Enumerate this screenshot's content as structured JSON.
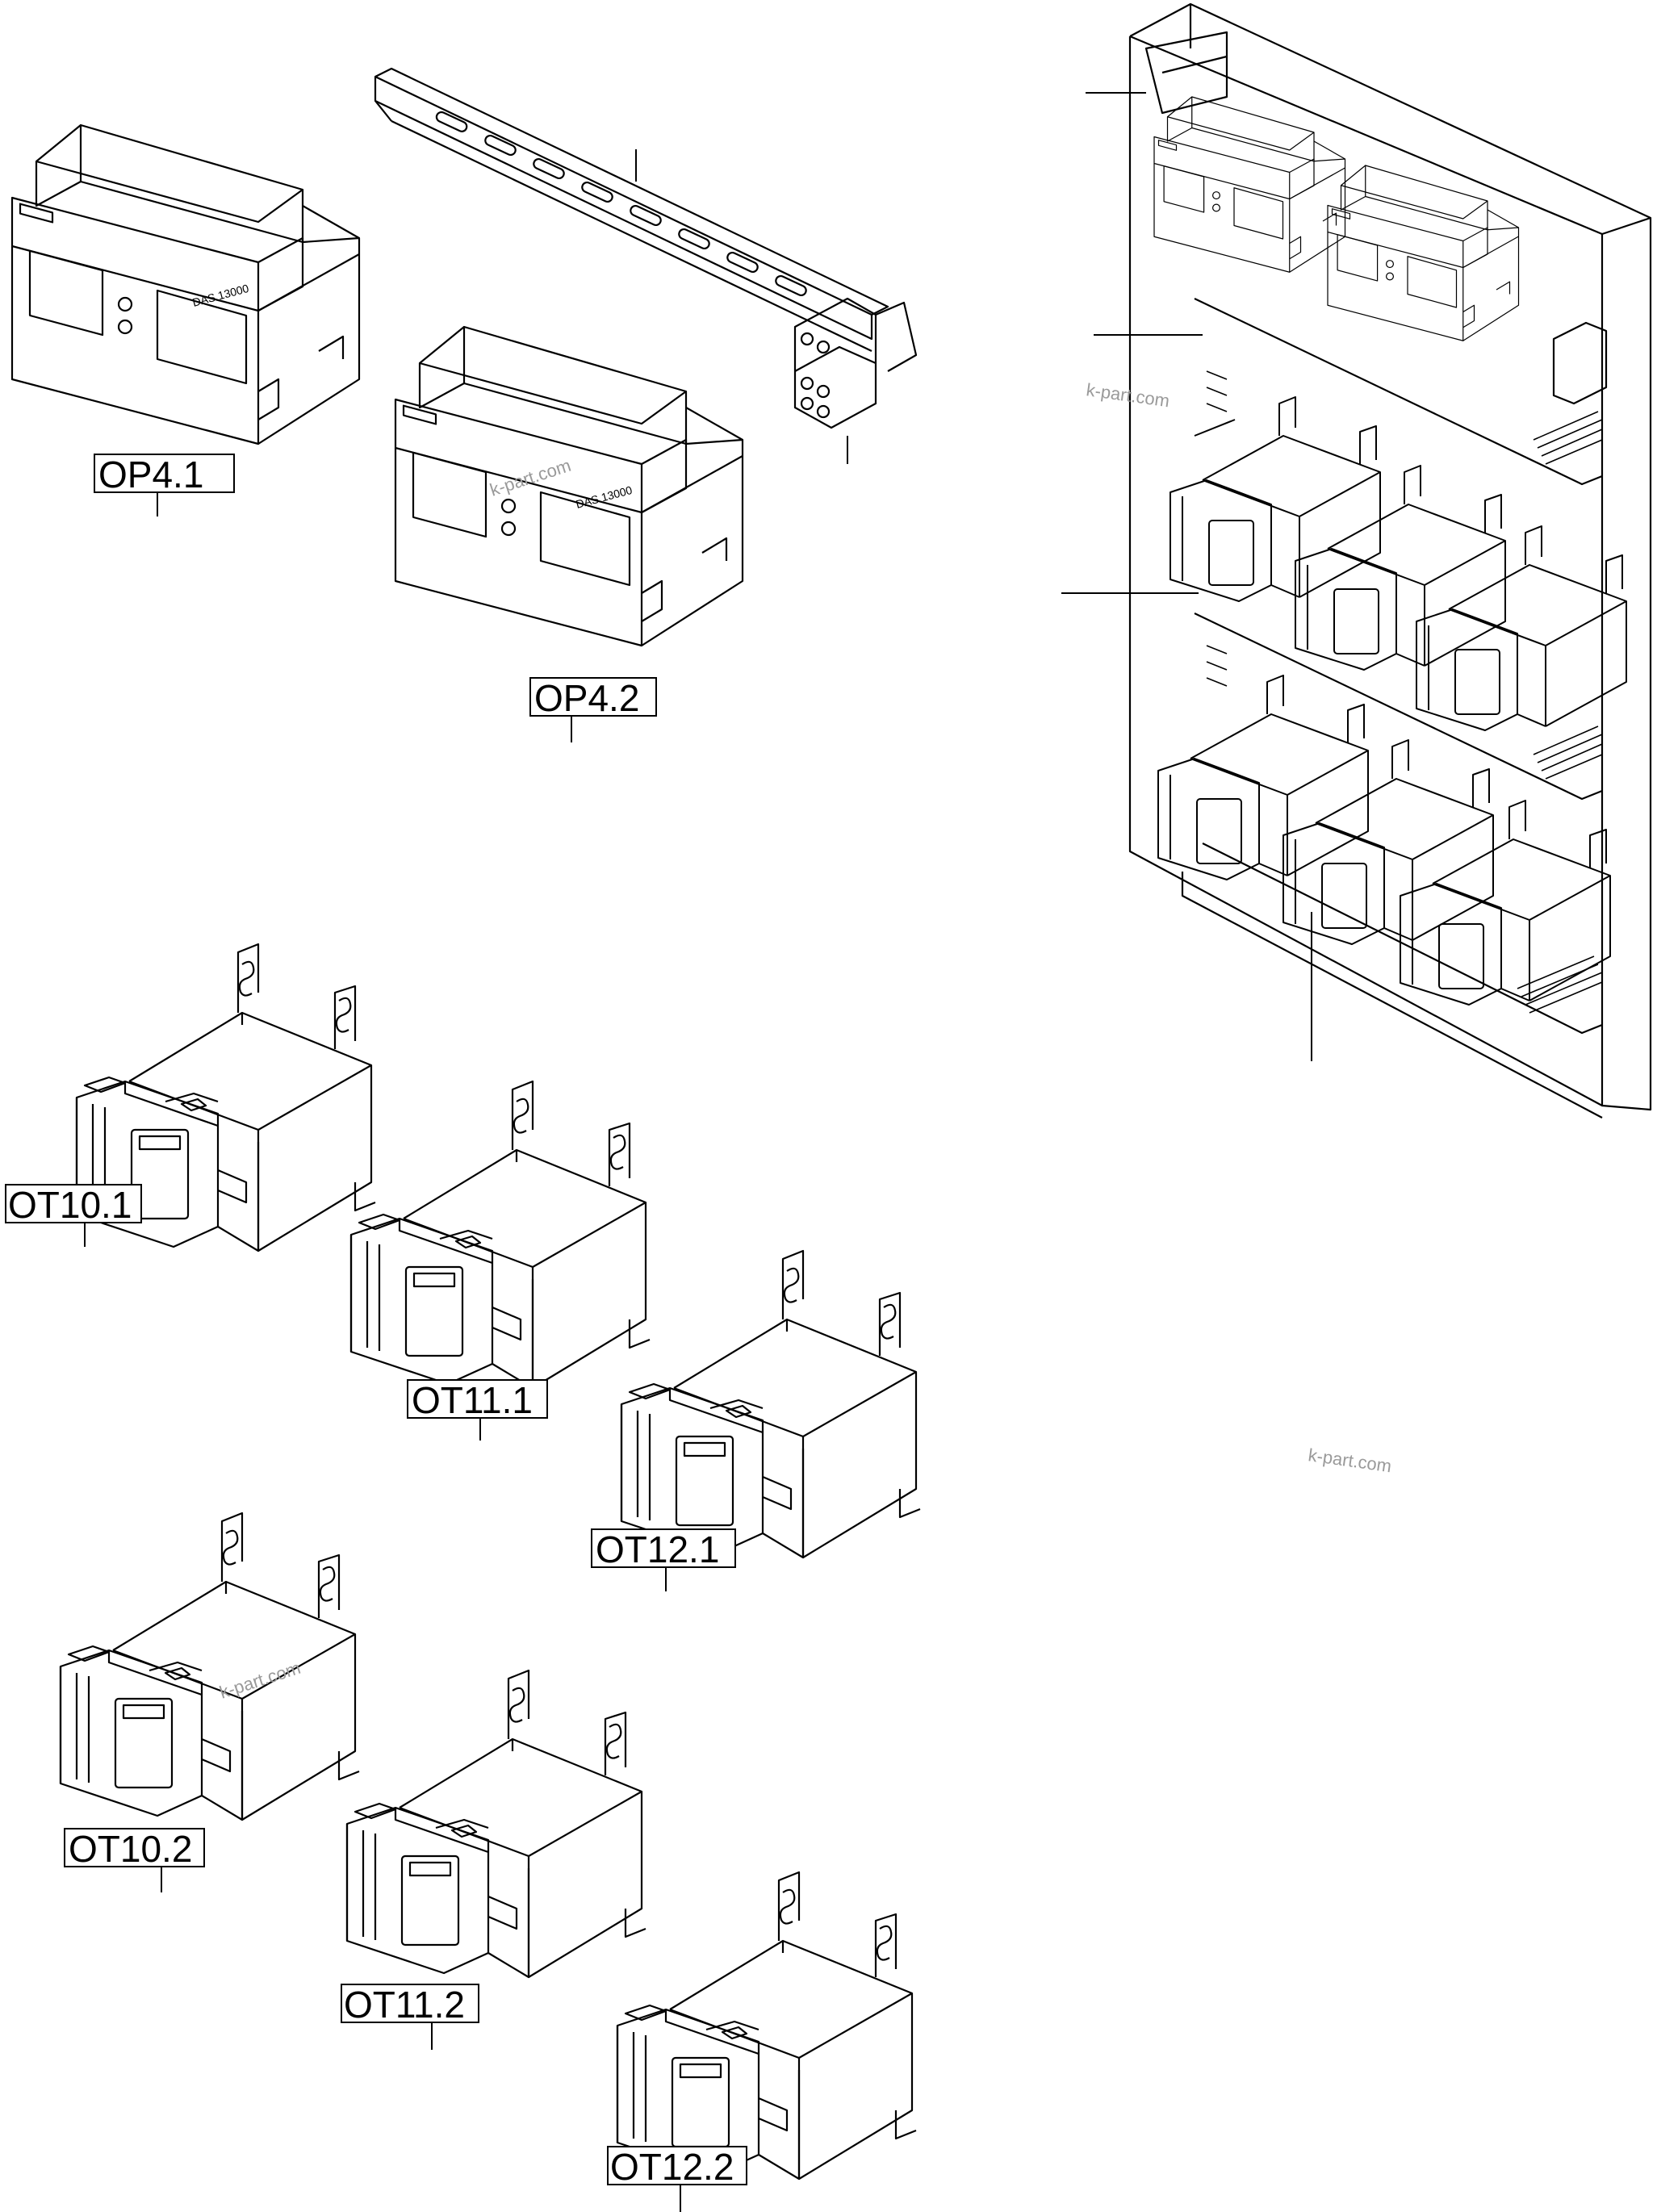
{
  "labels": {
    "op4_1": "OP4.1",
    "op4_2": "OP4.2",
    "ot10_1": "OT10.1",
    "ot11_1": "OT11.1",
    "ot12_1": "OT12.1",
    "ot10_2": "OT10.2",
    "ot11_2": "OT11.2",
    "ot12_2": "OT12.2"
  },
  "device_text": {
    "meter_model": "DAS 13000"
  },
  "watermark": "k-part.com"
}
